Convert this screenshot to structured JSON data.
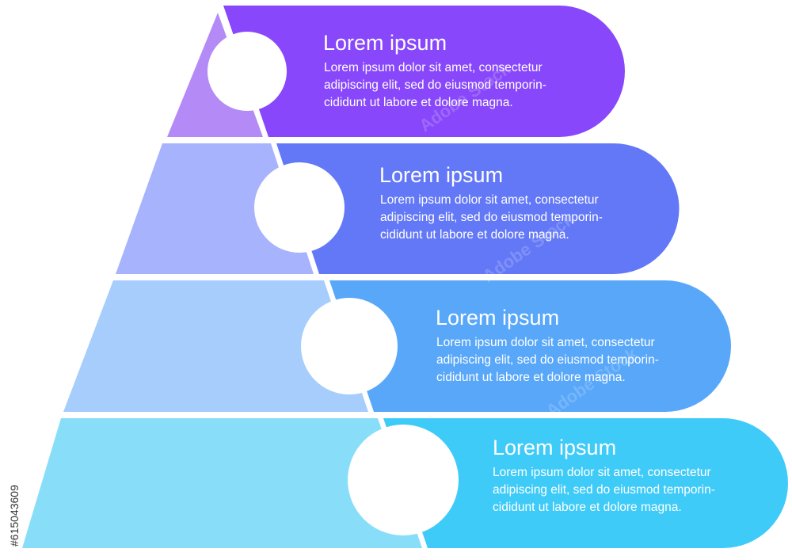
{
  "colors": {
    "tier1_band": "#8847fb",
    "tier1_tri": "#b48bf6",
    "tier2_band": "#6378f7",
    "tier2_tri": "#a7b3fc",
    "tier3_band": "#58a7f9",
    "tier3_tri": "#a6cdfb",
    "tier4_band": "#3fcbf8",
    "tier4_tri": "#88def9",
    "circle": "#ffffff",
    "background": "#ffffff"
  },
  "tiers": [
    {
      "title": "Lorem ipsum",
      "body": "Lorem ipsum dolor sit amet, consectetur\nadipiscing elit, sed do eiusmod temporin-\ncididunt ut labore et dolore magna."
    },
    {
      "title": "Lorem ipsum",
      "body": "Lorem ipsum dolor sit amet, consectetur\nadipiscing elit, sed do eiusmod temporin-\ncididunt ut labore et dolore magna."
    },
    {
      "title": "Lorem ipsum",
      "body": "Lorem ipsum dolor sit amet, consectetur\nadipiscing elit, sed do eiusmod temporin-\ncididunt ut labore et dolore magna."
    },
    {
      "title": "Lorem ipsum",
      "body": "Lorem ipsum dolor sit amet, consectetur\nadipiscing elit, sed do eiusmod temporin-\ncididunt ut labore et dolore magna."
    }
  ],
  "stock_id": "#615043609",
  "watermark": "Adobe Stock"
}
